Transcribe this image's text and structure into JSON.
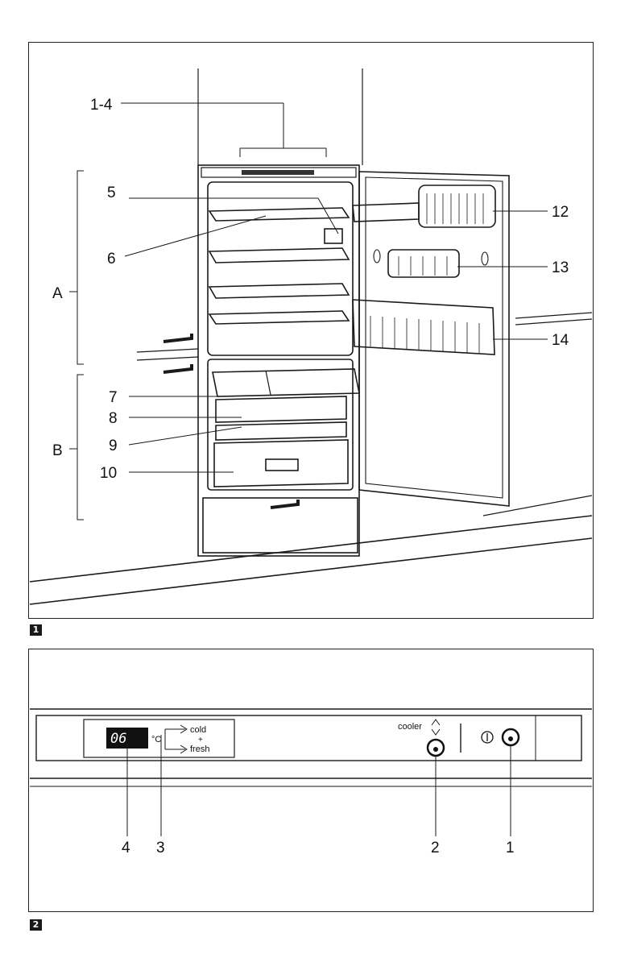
{
  "figure1": {
    "badge": "1",
    "callouts": {
      "c1_4": "1-4",
      "c5": "5",
      "c6": "6",
      "c7": "7",
      "c8": "8",
      "c9": "9",
      "c10": "10",
      "c12": "12",
      "c13": "13",
      "c14": "14",
      "zoneA": "A",
      "zoneB": "B"
    }
  },
  "figure2": {
    "badge": "2",
    "display_value": "06",
    "unit": "°C",
    "option_cold": "cold",
    "option_plus": "+",
    "option_fresh": "fresh",
    "cooler_label": "cooler",
    "callouts": {
      "c4": "4",
      "c3": "3",
      "c2": "2",
      "c1": "1"
    }
  }
}
